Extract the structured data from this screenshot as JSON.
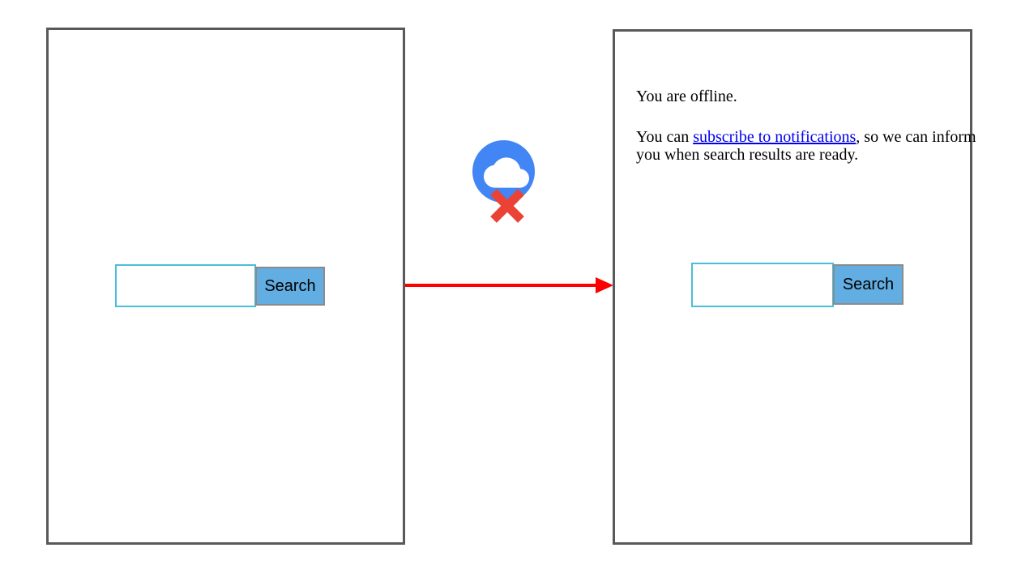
{
  "left_screen": {
    "search_input_value": "",
    "search_button_label": "Search"
  },
  "connector": {
    "style": "red-arrow-right"
  },
  "offline_icon": {
    "name": "cloud-crossed-out",
    "circle_color": "#4285f4",
    "cloud_color": "#ffffff",
    "x_color": "#ea4335"
  },
  "right_screen": {
    "message_line1": "You are offline.",
    "message_para2_before": "You can ",
    "message_link_text": "subscribe to notifications",
    "message_para2_after": ", so we can inform you when search results are ready.",
    "search_input_value": "",
    "search_button_label": "Search"
  },
  "colors": {
    "frame_border": "#58595b",
    "input_border": "#4bbdd8",
    "button_bg": "#62ade1",
    "button_border": "#8b8b8b",
    "arrow": "#ff0000",
    "link": "#0000ee"
  }
}
